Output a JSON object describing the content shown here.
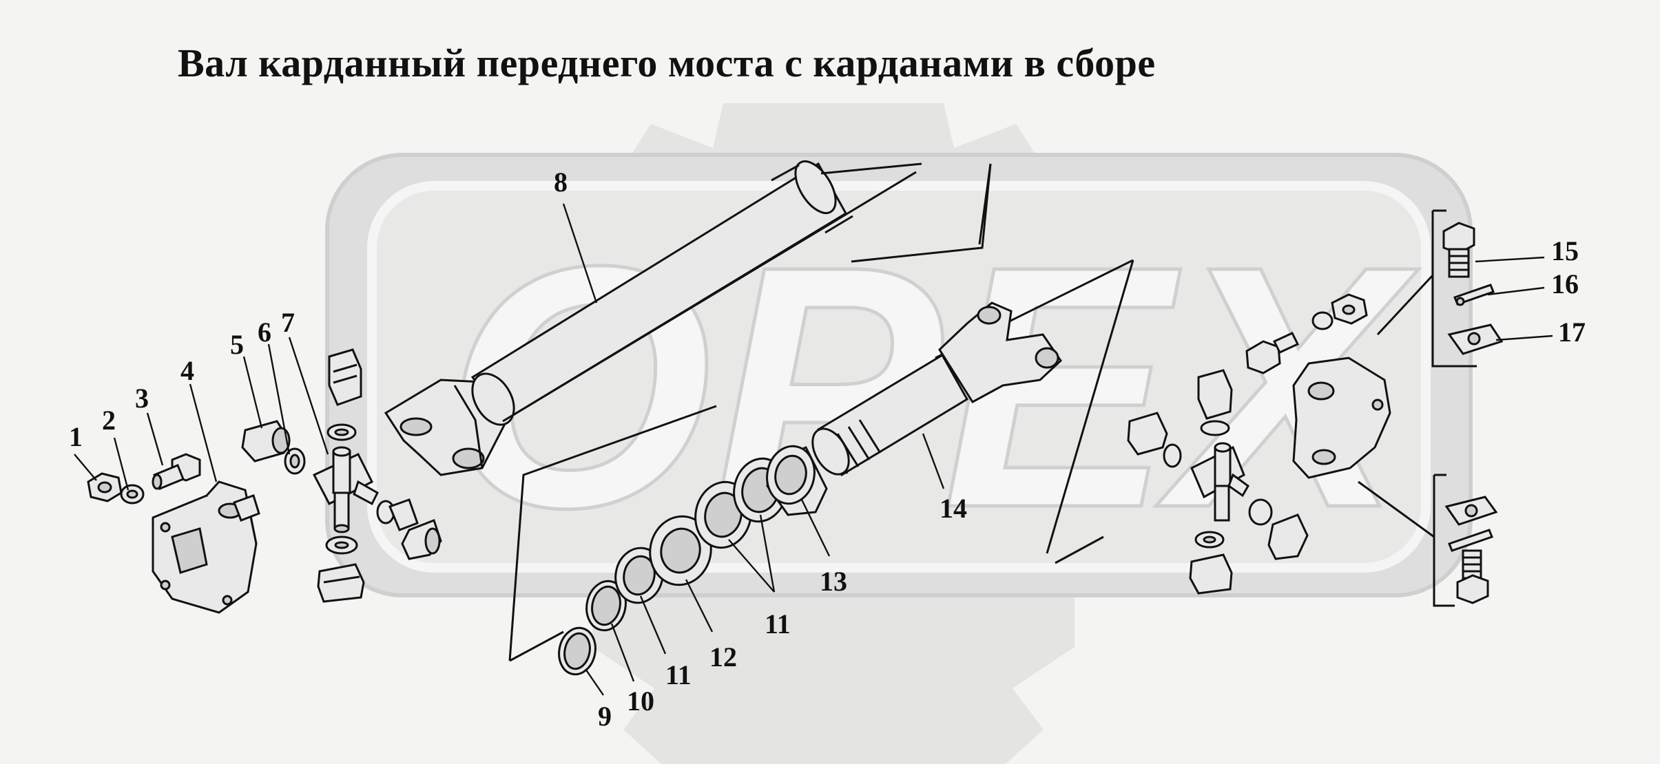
{
  "title": "Вал карданный переднего моста с карданами в сборе",
  "watermark": {
    "text": "OPEX"
  },
  "callouts": [
    "1",
    "2",
    "3",
    "4",
    "5",
    "6",
    "7",
    "8",
    "9",
    "10",
    "11",
    "11",
    "11",
    "12",
    "13",
    "14",
    "15",
    "16",
    "17"
  ],
  "colors": {
    "background": "#f4f4f3",
    "ink": "#111111",
    "watermark": "#d2d2d2"
  }
}
